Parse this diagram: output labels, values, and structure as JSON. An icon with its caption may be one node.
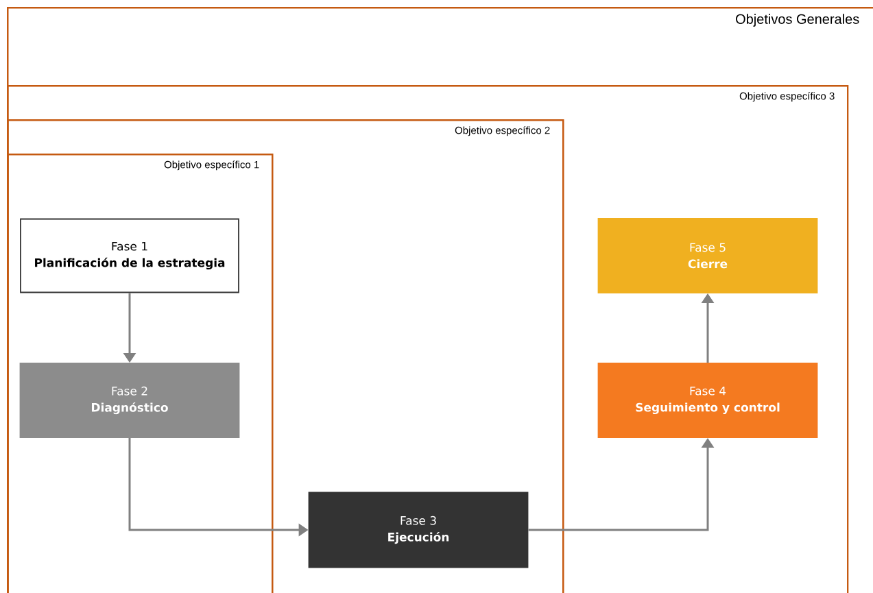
{
  "diagram": {
    "nodes": [
      {
        "text": [
          "Objetivos Generales"
        ]
      },
      {
        "text": [
          "Objetivo específico 3"
        ],
        "in": 0
      },
      {
        "text": [
          "Objetivo específico 2"
        ],
        "in": 1
      },
      {
        "text": [
          "Objetivo específico 1"
        ],
        "in": 2
      },
      {
        "text": [
          "Fase 1",
          "Planificación de la estrategia"
        ],
        "in": 3
      },
      {
        "text": [
          "Fase 2",
          "Diagnóstico"
        ],
        "in": 3
      },
      {
        "text": [
          "Fase 3",
          "Ejecución"
        ],
        "in": 2
      },
      {
        "text": [
          "Fase 4",
          "Seguimiento y control"
        ],
        "in": 1
      },
      {
        "text": [
          "Fase 5",
          "Cierre"
        ],
        "in": 1
      }
    ],
    "edges": [
      {
        "from": 4,
        "to": 5,
        "arrow": "to"
      },
      {
        "from": 5,
        "to": 6,
        "arrow": "to"
      },
      {
        "from": 6,
        "to": 7,
        "arrow": "to"
      },
      {
        "from": 7,
        "to": 8,
        "arrow": "to"
      }
    ]
  }
}
